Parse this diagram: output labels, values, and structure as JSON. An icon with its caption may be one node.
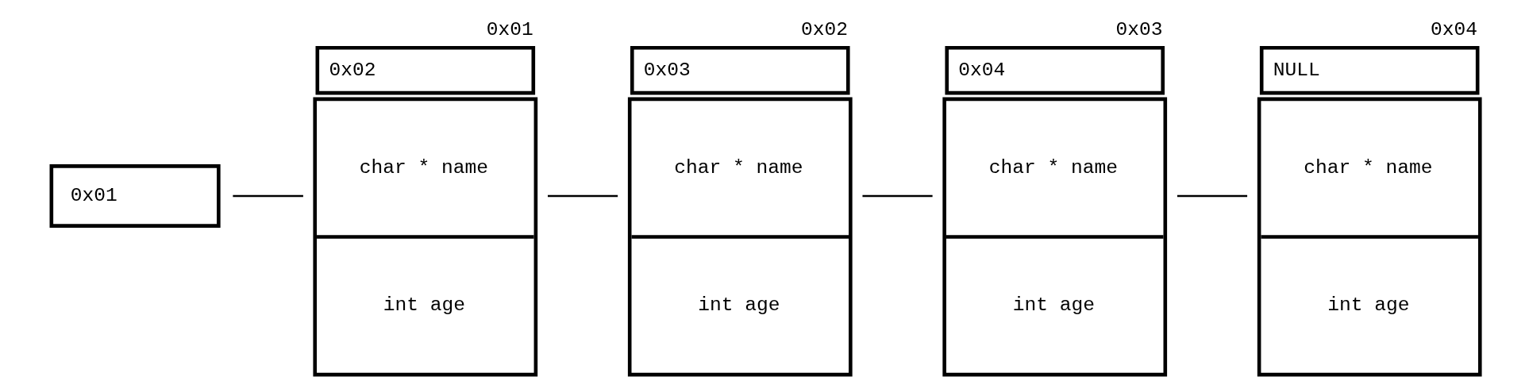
{
  "diagram": {
    "nodes": [
      {
        "text": [
          "0x01"
        ]
      },
      {
        "text": [
          "0x02",
          "char * name",
          "int age"
        ],
        "beside": [
          "0x01"
        ]
      },
      {
        "text": [
          "0x03",
          "char * name",
          "int age"
        ],
        "beside": [
          "0x02"
        ]
      },
      {
        "text": [
          "0x04",
          "char * name",
          "int age"
        ],
        "beside": [
          "0x03"
        ]
      },
      {
        "text": [
          "NULL",
          "char * name",
          "int age"
        ],
        "beside": [
          "0x04"
        ]
      }
    ],
    "edges": [
      {
        "from": 0,
        "to": 1,
        "arrow": "none"
      },
      {
        "from": 1,
        "to": 2,
        "arrow": "none"
      },
      {
        "from": 2,
        "to": 3,
        "arrow": "none"
      },
      {
        "from": 3,
        "to": 4,
        "arrow": "none"
      }
    ]
  }
}
